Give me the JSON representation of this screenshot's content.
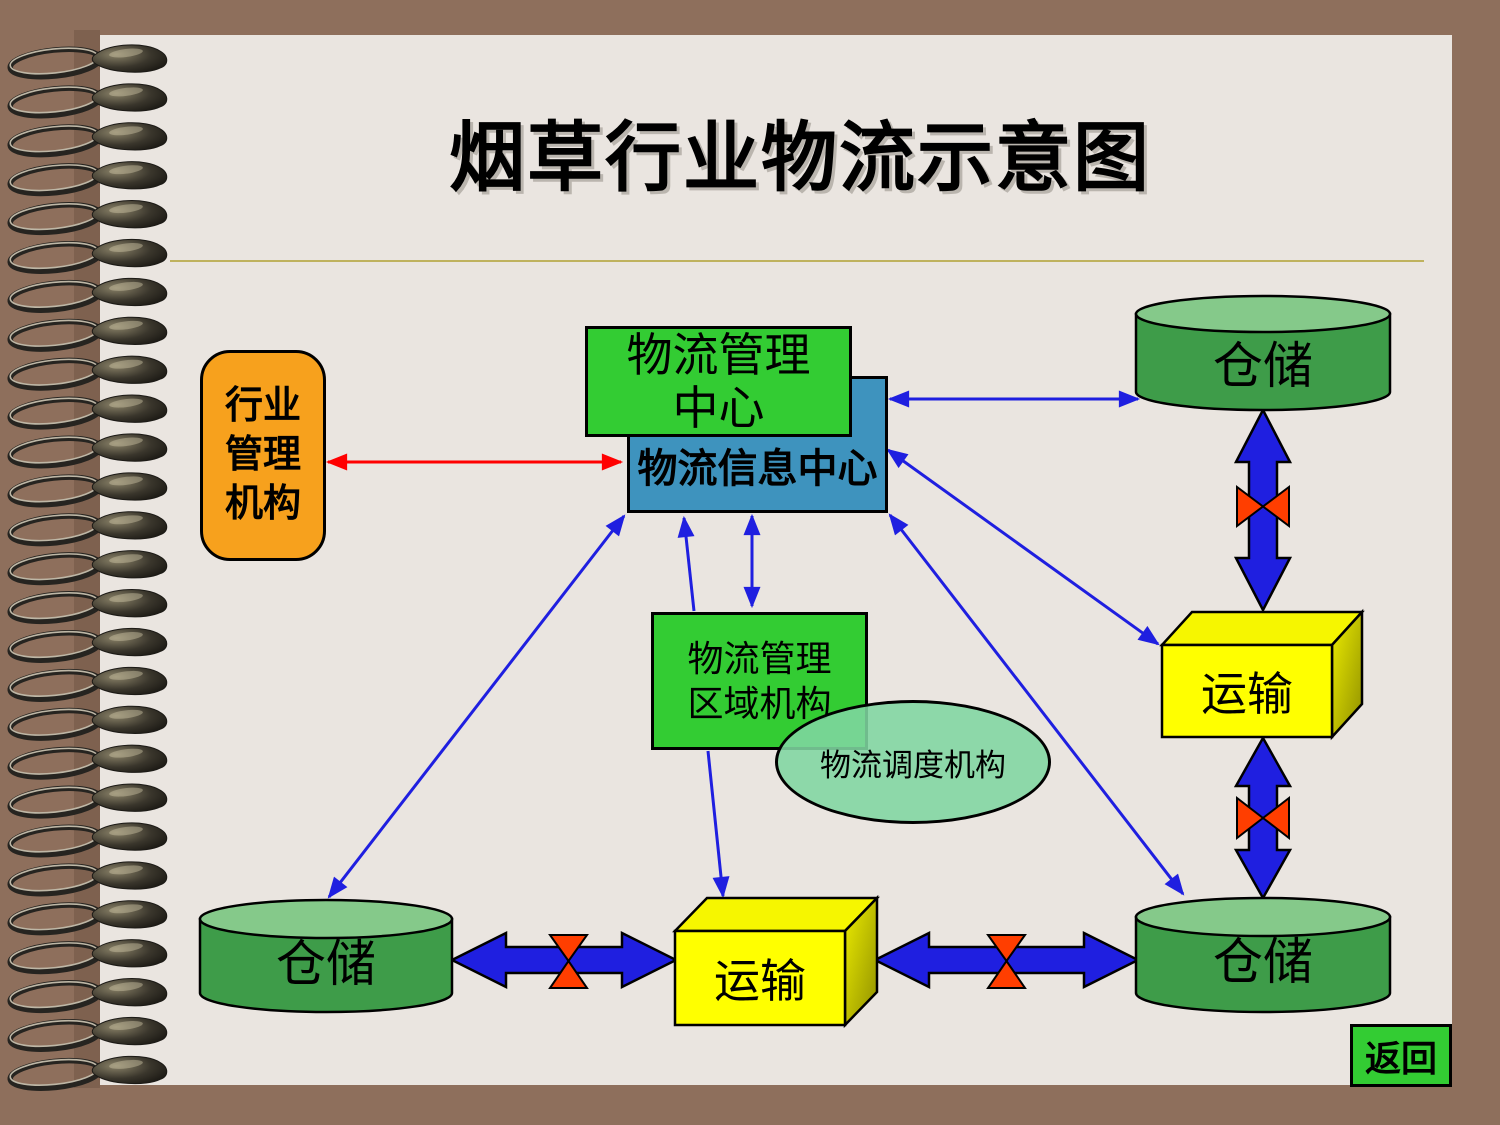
{
  "slide": {
    "title": "烟草行业物流示意图",
    "back_button": "返回"
  },
  "nodes": {
    "industry_admin": {
      "line1": "行业",
      "line2": "管理",
      "line3": "机构"
    },
    "logistics_mgmt_center": {
      "line1": "物流管理",
      "line2": "中心"
    },
    "logistics_info_center": {
      "label": "物流信息中心"
    },
    "regional_mgmt": {
      "line1": "物流管理",
      "line2": "区域机构"
    },
    "dispatch_org": {
      "label": "物流调度机构"
    },
    "warehouse_top_right": {
      "label": "仓储"
    },
    "warehouse_bottom_left": {
      "label": "仓储"
    },
    "warehouse_bottom_right": {
      "label": "仓储"
    },
    "transport_right": {
      "label": "运输"
    },
    "transport_bottom": {
      "label": "运输"
    }
  },
  "edges": [
    {
      "from": "industry_admin",
      "to": "logistics_info_center",
      "style": "thin-red-double"
    },
    {
      "from": "logistics_info_center",
      "to": "warehouse_bottom_left",
      "style": "thin-blue-double"
    },
    {
      "from": "regional_mgmt",
      "to": "logistics_info_center",
      "style": "thin-blue-single"
    },
    {
      "from": "logistics_info_center",
      "to": "regional_mgmt",
      "style": "thin-blue-double"
    },
    {
      "from": "logistics_info_center",
      "to": "warehouse_top_right",
      "style": "thin-blue-double"
    },
    {
      "from": "logistics_info_center",
      "to": "transport_right",
      "style": "thin-blue-double"
    },
    {
      "from": "logistics_info_center",
      "to": "warehouse_bottom_right",
      "style": "thin-blue-double"
    },
    {
      "from": "regional_mgmt",
      "to": "transport_bottom",
      "style": "thin-blue-single"
    },
    {
      "from": "warehouse_top_right",
      "to": "transport_right",
      "style": "thick-blue-valve"
    },
    {
      "from": "transport_right",
      "to": "warehouse_bottom_right",
      "style": "thick-blue-valve"
    },
    {
      "from": "warehouse_bottom_left",
      "to": "transport_bottom",
      "style": "thick-blue-valve"
    },
    {
      "from": "transport_bottom",
      "to": "warehouse_bottom_right",
      "style": "thick-blue-valve"
    }
  ],
  "colors": {
    "box_green": "#33CC33",
    "info_blue": "#3E93BE",
    "admin_orange": "#F7A11D",
    "transport_yellow": "#FFFF00",
    "cylinder_green": "#3E9C49",
    "cylinder_top_green": "#85C98A",
    "dispatch_ellipse": "#7FD6A0",
    "arrow_blue": "#1F1FE0",
    "valve_red": "#FF3E00",
    "link_red": "#FF0000",
    "page": "#EAE5E0",
    "frame_brown": "#8E6F5C",
    "divider": "#BFB25E"
  }
}
